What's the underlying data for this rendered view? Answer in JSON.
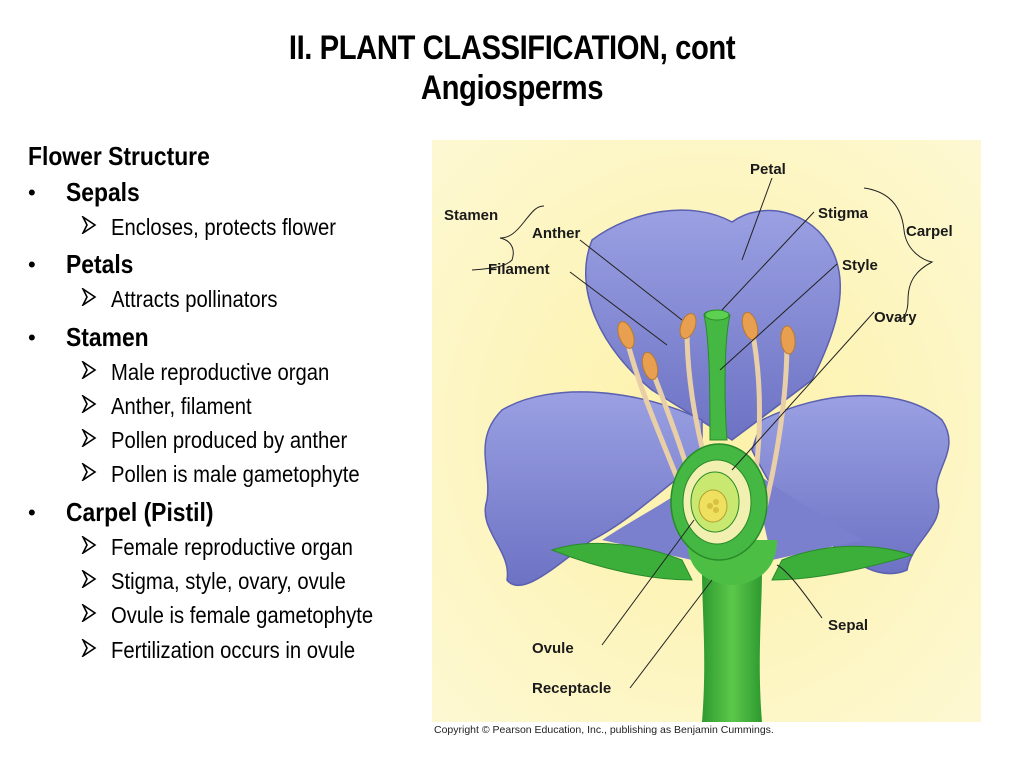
{
  "slide": {
    "title_line1": "II.  PLANT CLASSIFICATION, cont",
    "title_line2": "Angiosperms"
  },
  "content": {
    "heading": "Flower Structure",
    "bullets": [
      {
        "label": "Sepals",
        "sub": [
          "Encloses, protects flower"
        ]
      },
      {
        "label": "Petals",
        "sub": [
          "Attracts pollinators"
        ]
      },
      {
        "label": "Stamen",
        "sub": [
          "Male reproductive organ",
          "Anther, filament",
          "Pollen produced by anther",
          "Pollen is male gametophyte"
        ]
      },
      {
        "label": "Carpel (Pistil)",
        "sub": [
          "Female reproductive organ",
          "Stigma, style, ovary, ovule",
          "Ovule is female gametophyte",
          "Fertilization occurs in ovule"
        ]
      }
    ],
    "bullet_symbol": "•"
  },
  "figure": {
    "labels": {
      "stamen": "Stamen",
      "anther": "Anther",
      "filament": "Filament",
      "petal": "Petal",
      "stigma": "Stigma",
      "style": "Style",
      "carpel": "Carpel",
      "ovary": "Ovary",
      "ovule": "Ovule",
      "receptacle": "Receptacle",
      "sepal": "Sepal"
    },
    "copyright": "Copyright © Pearson Education, Inc., publishing as Benjamin Cummings.",
    "colors": {
      "background": "#fdf4b8",
      "petal": "#8a90d8",
      "stem": "#3aaa38",
      "anther": "#e8a050"
    }
  }
}
